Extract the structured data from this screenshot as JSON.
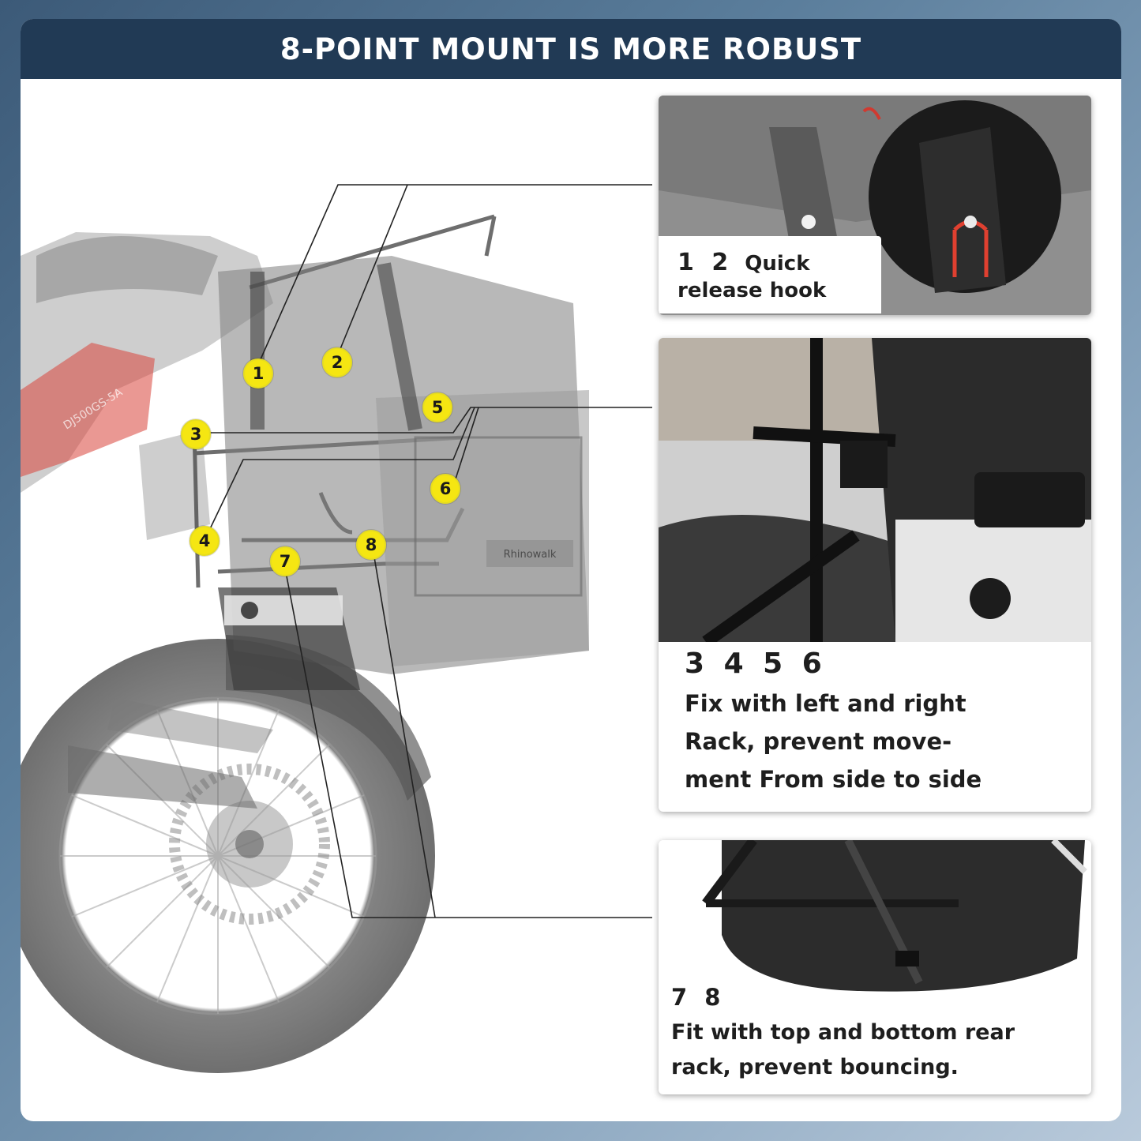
{
  "header": {
    "title": "8-POINT MOUNT IS MORE ROBUST"
  },
  "points": [
    "1",
    "2",
    "3",
    "4",
    "5",
    "6",
    "7",
    "8"
  ],
  "bike": {
    "brand_text": "Rhinowalk",
    "decal_text": "DJ500GS-5A"
  },
  "card1": {
    "numbers": "1 2",
    "line1": "Quick",
    "line2": "release hook"
  },
  "card2": {
    "numbers": "3 4 5 6",
    "line1": "Fix with left and right",
    "line2": "Rack, prevent move-",
    "line3": "ment From side to side"
  },
  "card3": {
    "numbers": "7 8",
    "line1": "Fit with top and bottom rear",
    "line2": "rack, prevent bouncing."
  },
  "colors": {
    "header_bg": "#213a55",
    "marker": "#f5e612",
    "accent_red": "#d9433a"
  }
}
